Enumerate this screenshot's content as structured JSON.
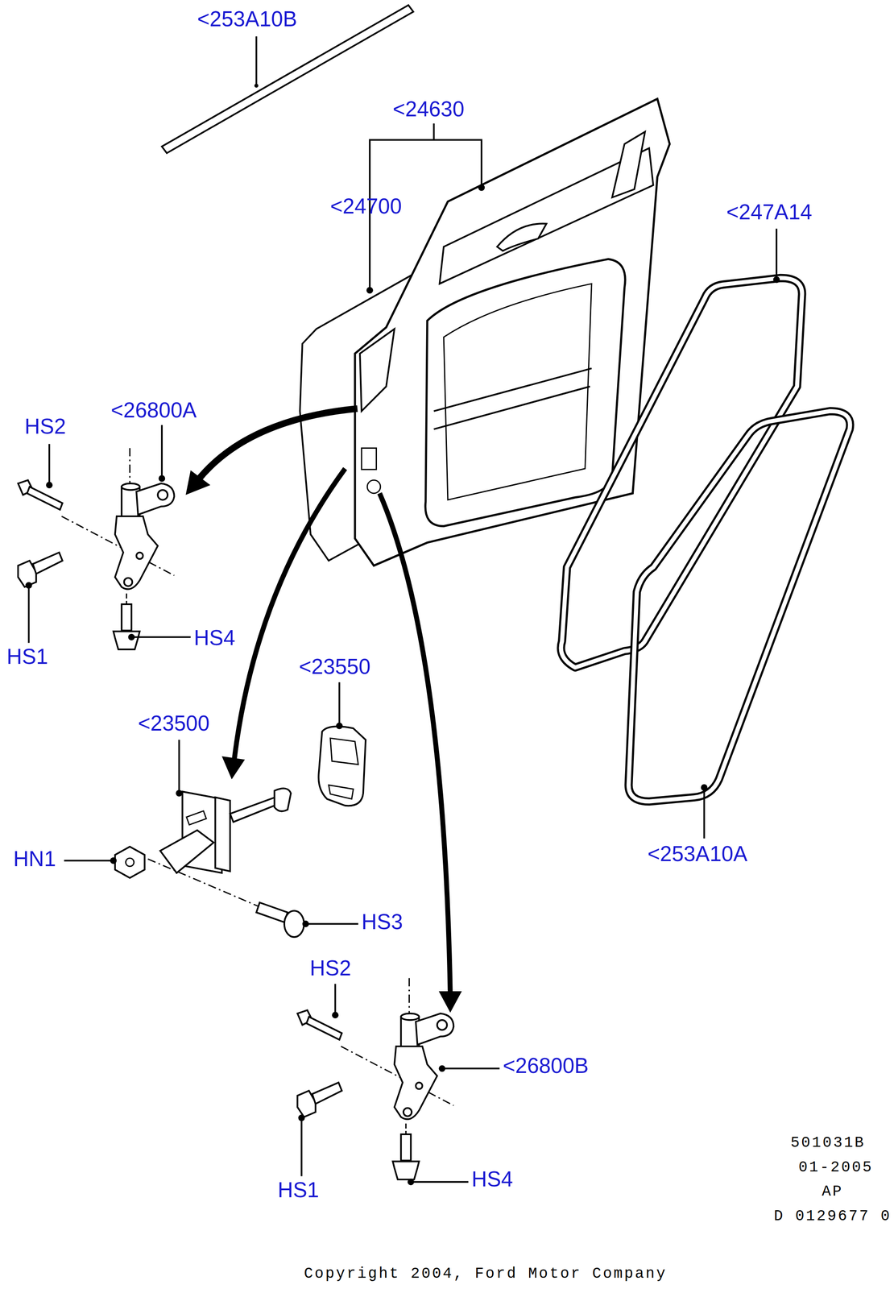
{
  "diagram": {
    "labels": [
      "<253A10B",
      "<24630",
      "<24700",
      "<247A14",
      "HS2",
      "<26800A",
      "HS1",
      "HS4",
      "<23550",
      "<23500",
      "HN1",
      "HS3",
      "<253A10A",
      "HS2",
      "<26800B",
      "HS1",
      "HS4",
      "501031B",
      "01-2005",
      "AP",
      "D 0129677 0",
      "Copyright 2004, Ford Motor Company"
    ]
  }
}
